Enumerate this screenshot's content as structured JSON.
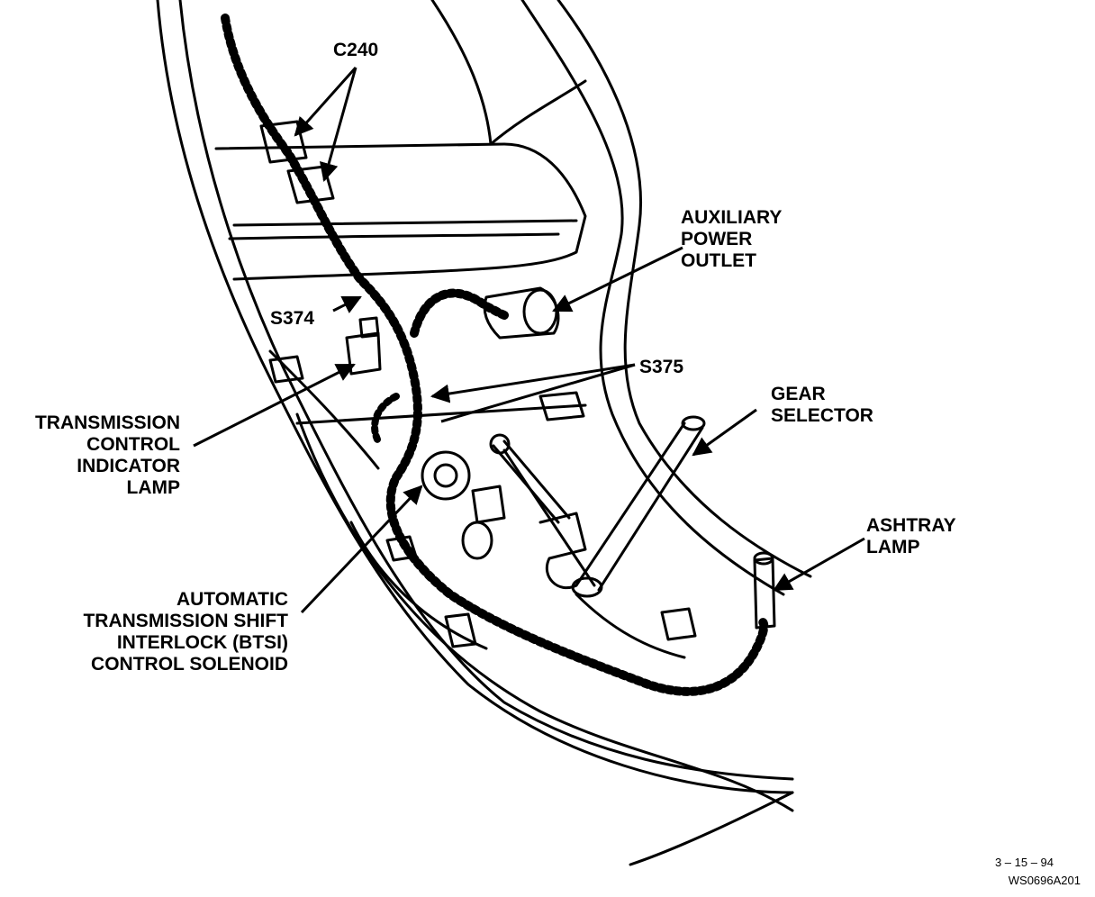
{
  "labels": {
    "c240": "C240",
    "aux_power": [
      "AUXILIARY",
      "POWER",
      "OUTLET"
    ],
    "s374": "S374",
    "s375": "S375",
    "gear_selector": [
      "GEAR",
      "SELECTOR"
    ],
    "trans_indicator": [
      "TRANSMISSION",
      "CONTROL",
      "INDICATOR",
      "LAMP"
    ],
    "ashtray_lamp": [
      "ASHTRAY",
      "LAMP"
    ],
    "btsi": [
      "AUTOMATIC",
      "TRANSMISSION SHIFT",
      "INTERLOCK (BTSI)",
      "CONTROL SOLENOID"
    ]
  },
  "footer": {
    "date": "3 – 15 – 94",
    "code": "WS0696A201"
  }
}
